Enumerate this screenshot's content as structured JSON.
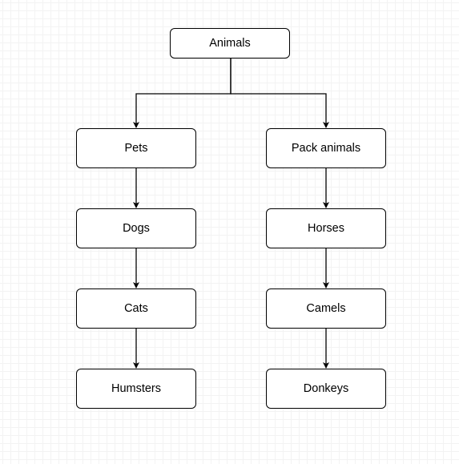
{
  "diagram": {
    "root": {
      "label": "Animals"
    },
    "branches": [
      {
        "label": "Pets",
        "children": [
          "Dogs",
          "Cats",
          "Humsters"
        ]
      },
      {
        "label": "Pack animals",
        "children": [
          "Horses",
          "Camels",
          "Donkeys"
        ]
      }
    ],
    "edges": [
      {
        "from": "Animals",
        "to": "Pets"
      },
      {
        "from": "Animals",
        "to": "Pack animals"
      },
      {
        "from": "Pets",
        "to": "Dogs"
      },
      {
        "from": "Dogs",
        "to": "Cats"
      },
      {
        "from": "Cats",
        "to": "Humsters"
      },
      {
        "from": "Pack animals",
        "to": "Horses"
      },
      {
        "from": "Horses",
        "to": "Camels"
      },
      {
        "from": "Camels",
        "to": "Donkeys"
      }
    ]
  },
  "colors": {
    "node_border": "#000000",
    "node_fill": "#ffffff",
    "connector": "#000000",
    "grid_minor": "#f3f3f3",
    "grid_major": "#e2e2e2"
  }
}
